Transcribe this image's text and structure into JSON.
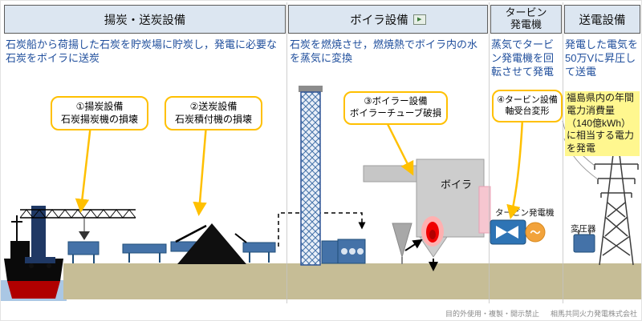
{
  "columns": [
    {
      "header": "揚炭・送炭設備",
      "description": "石炭船から荷揚した石炭を貯炭場に貯炭し，発電に必要な石炭をボイラに送炭"
    },
    {
      "header": "ボイラ設備",
      "description": "石炭を燃焼させ，燃焼熱でボイラ内の水を蒸気に変換"
    },
    {
      "header_top": "タービン",
      "header_bottom": "発電機",
      "description": "蒸気でタービン発電機を回転させて発電"
    },
    {
      "header": "送電設備",
      "description": "発電した電気を50万Vに昇圧して送電",
      "note": "福島県内の年間電力消費量（140億kWh）に相当する電力を発電"
    }
  ],
  "callouts": [
    {
      "title": "①揚炭設備",
      "subtitle": "石炭揚炭機の損壊"
    },
    {
      "title": "②送炭設備",
      "subtitle": "石炭積付機の損壊"
    },
    {
      "title": "③ボイラー設備",
      "subtitle": "ボイラーチューブ破損"
    },
    {
      "title": "④タービン設備",
      "subtitle": "軸受台変形"
    }
  ],
  "scene": {
    "boiler_label": "ボイラ",
    "turbine_label": "タービン発電機",
    "transformer_label": "変圧器",
    "generator_symbol": "〜"
  },
  "icons": {
    "video": "▶"
  },
  "footer": {
    "left": "目的外使用・複製・開示禁止",
    "right": "相馬共同火力発電株式会社"
  },
  "colors": {
    "accent_yellow": "#FFC000",
    "header_bg": "#DCE6F1",
    "desc_text": "#1F4E9C",
    "note_bg": "#FFF78F",
    "ground": "#C6BD96"
  }
}
